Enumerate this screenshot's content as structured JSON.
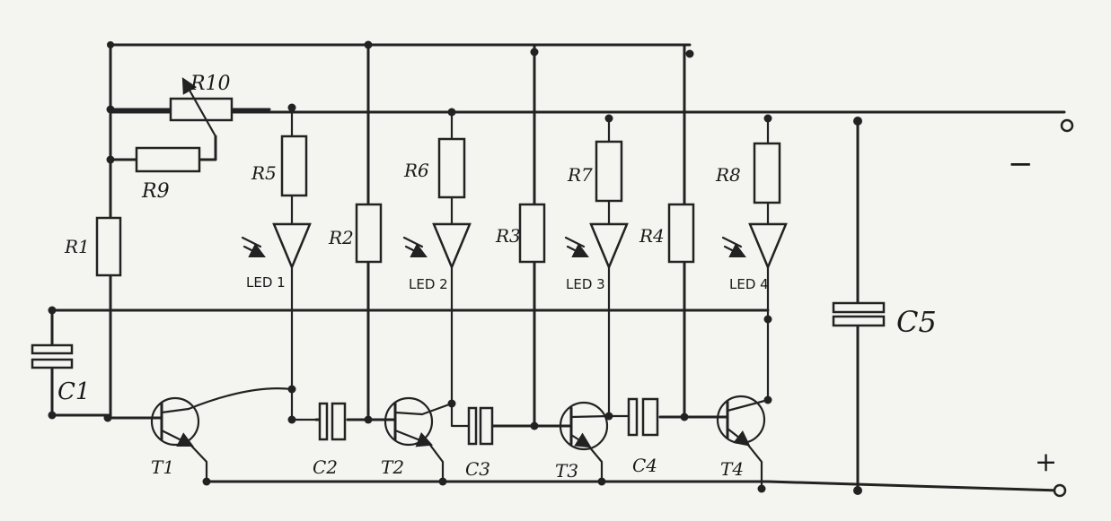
{
  "labels": {
    "r1": "R1",
    "r2": "R2",
    "r3": "R3",
    "r4": "R4",
    "r5": "R5",
    "r6": "R6",
    "r7": "R7",
    "r8": "R8",
    "r9": "R9",
    "r10": "R10",
    "c1": "C1",
    "c2": "C2",
    "c3": "C3",
    "c4": "C4",
    "c5": "C5",
    "t1": "T1",
    "t2": "T2",
    "t3": "T3",
    "t4": "T4",
    "led1": "LED 1",
    "led2": "LED 2",
    "led3": "LED 3",
    "led4": "LED 4",
    "term_minus": "−",
    "term_plus": "+"
  },
  "colors": {
    "ink": "#222222",
    "paper": "#f4f4f1"
  }
}
